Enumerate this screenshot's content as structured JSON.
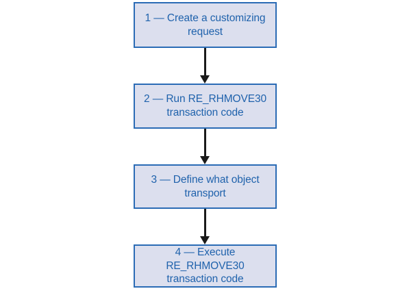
{
  "diagram": {
    "type": "flowchart",
    "orientation": "vertical-top-to-bottom",
    "background_color": "#ffffff",
    "node_fill_color": "#dcdfee",
    "node_border_color": "#2a6bb5",
    "node_text_color": "#1f62ac",
    "arrow_color": "#1a1a1a",
    "nodes": [
      {
        "id": "step-1",
        "number": "1",
        "label": "1 — Create a customizing\nrequest"
      },
      {
        "id": "step-2",
        "number": "2",
        "label": "2 — Run RE_RHMOVE30\ntransaction code"
      },
      {
        "id": "step-3",
        "number": "3",
        "label": "3 — Define what object\ntransport"
      },
      {
        "id": "step-4",
        "number": "4",
        "label": "4 — Execute RE_RHMOVE30\ntransaction code"
      }
    ],
    "connectors": [
      {
        "id": "arrow-1-2",
        "from": "step-1",
        "to": "step-2",
        "style": "solid-line-filled-arrowhead"
      },
      {
        "id": "arrow-2-3",
        "from": "step-2",
        "to": "step-3",
        "style": "solid-line-filled-arrowhead"
      },
      {
        "id": "arrow-3-4",
        "from": "step-3",
        "to": "step-4",
        "style": "solid-line-filled-arrowhead"
      }
    ]
  }
}
